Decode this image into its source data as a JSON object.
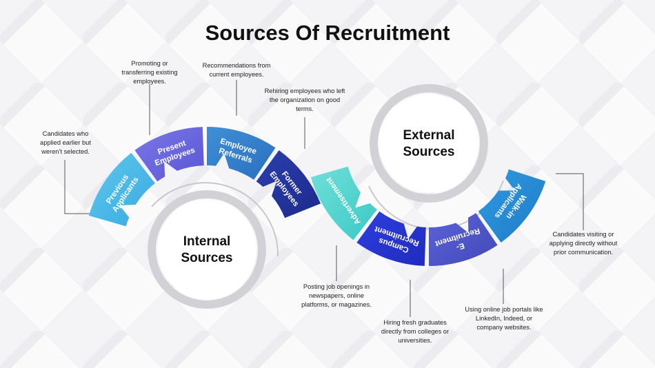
{
  "title": "Sources Of Recruitment",
  "internal": {
    "label_lines": [
      "Internal",
      "Sources"
    ],
    "segments": [
      {
        "label_lines": [
          "Previous",
          "Applicants"
        ],
        "color_start": "#5ec8ee",
        "color_end": "#3aa9e0",
        "description": "Candidates who applied earlier but weren’t selected."
      },
      {
        "label_lines": [
          "Present",
          "Employees"
        ],
        "color_start": "#7b78e6",
        "color_end": "#5a55d6",
        "description": "Promoting or transferring existing employees."
      },
      {
        "label_lines": [
          "Employee",
          "Referrals"
        ],
        "color_start": "#3f8fd6",
        "color_end": "#2a6fc0",
        "description": "Recommendations from current employees."
      },
      {
        "label_lines": [
          "Former",
          "Employees"
        ],
        "color_start": "#2b3fae",
        "color_end": "#1c2a8c",
        "description": "Rehiring employees who left the organization on good terms."
      }
    ]
  },
  "external": {
    "label_lines": [
      "External",
      "Sources"
    ],
    "segments": [
      {
        "label_lines": [
          "Advertisement"
        ],
        "color_start": "#6fe0d8",
        "color_end": "#3cc8c6",
        "description": "Posting job openings in newspapers, online platforms, or magazines."
      },
      {
        "label_lines": [
          "Campus",
          "Recruitment"
        ],
        "color_start": "#2f3fe0",
        "color_end": "#1f2bbd",
        "description": "Hiring fresh graduates directly from colleges or universities."
      },
      {
        "label_lines": [
          "E-",
          "Recruitment"
        ],
        "color_start": "#5b63d8",
        "color_end": "#4248b8",
        "description": "Using online job portals like LinkedIn, Indeed, or company websites."
      },
      {
        "label_lines": [
          "Walk-in",
          "Applicants"
        ],
        "color_start": "#2f9be0",
        "color_end": "#1f7ac8",
        "description": "Candidates visiting or applying directly without prior communication."
      }
    ]
  }
}
